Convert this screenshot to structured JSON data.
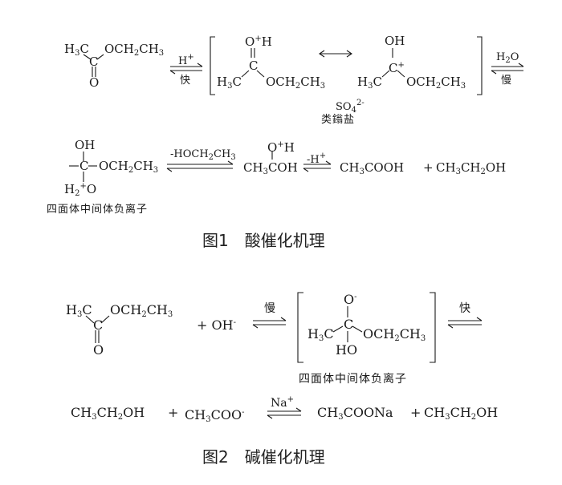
{
  "figure1": {
    "caption": "图1　酸催化机理",
    "ester": {
      "h3c": "H",
      "h3c_sub": "3",
      "h3c_c": "C",
      "c": "C",
      "o": "O",
      "och2ch3_a": "OCH",
      "och2ch3_sub1": "2",
      "och2ch3_b": "CH",
      "och2ch3_sub2": "3"
    },
    "step1_top": "H",
    "step1_top_sup": "+",
    "step1_bottom": "快",
    "res1": {
      "oh_o": "O",
      "oh_sup": "+",
      "oh_h": "H",
      "c": "C",
      "left_a": "H",
      "left_sub": "3",
      "left_c": "C",
      "right_a": "OCH",
      "right_sub1": "2",
      "right_b": "CH",
      "right_sub2": "3"
    },
    "res2": {
      "oh": "OH",
      "c": "C",
      "c_sup": "+",
      "left_a": "H",
      "left_sub": "3",
      "left_c": "C",
      "right_a": "OCH",
      "right_sub1": "2",
      "right_b": "CH",
      "right_sub2": "3"
    },
    "so4": "SO",
    "so4_sub": "4",
    "so4_sup": "2-",
    "oxonium_label": "类鎓盐",
    "step2_top": "H",
    "step2_top_sub": "2",
    "step2_top_b": "O",
    "step2_bottom": "慢",
    "tetra": {
      "oh": "OH",
      "c": "C",
      "o": "O",
      "och2ch3_a": "OCH",
      "och2ch3_sub1": "2",
      "och2ch3_b": "CH",
      "och2ch3_sub2": "3",
      "h2o_a": "H",
      "h2o_sub": "2",
      "h2o_sup": "+",
      "h2o_b": "O"
    },
    "tetra_label": "四面体中间体负离子",
    "step3_top": "-HOCH",
    "step3_top_sub1": "2",
    "step3_top_b": "CH",
    "step3_top_sub2": "3",
    "acyl": {
      "o": "O",
      "sup": "+",
      "h": "H",
      "line_a": "CH",
      "line_sub": "3",
      "line_b": "COH"
    },
    "step4_top": "-H",
    "step4_top_sup": "+",
    "acid": {
      "a": "CH",
      "sub": "3",
      "b": "COOH"
    },
    "plus": "+",
    "ethanol": {
      "a": "CH",
      "sub1": "3",
      "b": "CH",
      "sub2": "2",
      "c": "OH"
    }
  },
  "figure2": {
    "caption": "图2　碱催化机理",
    "ester": {
      "h3c": "H",
      "h3c_sub": "3",
      "h3c_c": "C",
      "c": "C",
      "o": "O",
      "och2ch3_a": "OCH",
      "och2ch3_sub1": "2",
      "och2ch3_b": "CH",
      "och2ch3_sub2": "3"
    },
    "plus_oh": "+ OH",
    "plus_oh_sup": "-",
    "step1_top": "慢",
    "tetra": {
      "o": "O",
      "o_sup": "-",
      "c": "C",
      "left_a": "H",
      "left_sub": "3",
      "left_c": "C",
      "right_a": "OCH",
      "right_sub1": "2",
      "right_b": "CH",
      "right_sub2": "3",
      "ho": "HO"
    },
    "tetra_label": "四面体中间体负离子",
    "step2_top": "快",
    "ethanol": {
      "a": "CH",
      "sub1": "3",
      "b": "CH",
      "sub2": "2",
      "c": "OH"
    },
    "plus1": "+",
    "acetate": {
      "a": "CH",
      "sub": "3",
      "b": "COO",
      "sup": "-"
    },
    "step3_top": "Na",
    "step3_top_sup": "+",
    "salt": {
      "a": "CH",
      "sub": "3",
      "b": "COONa"
    },
    "plus2": "+",
    "ethanol2": {
      "a": "CH",
      "sub1": "3",
      "b": "CH",
      "sub2": "2",
      "c": "OH"
    }
  }
}
